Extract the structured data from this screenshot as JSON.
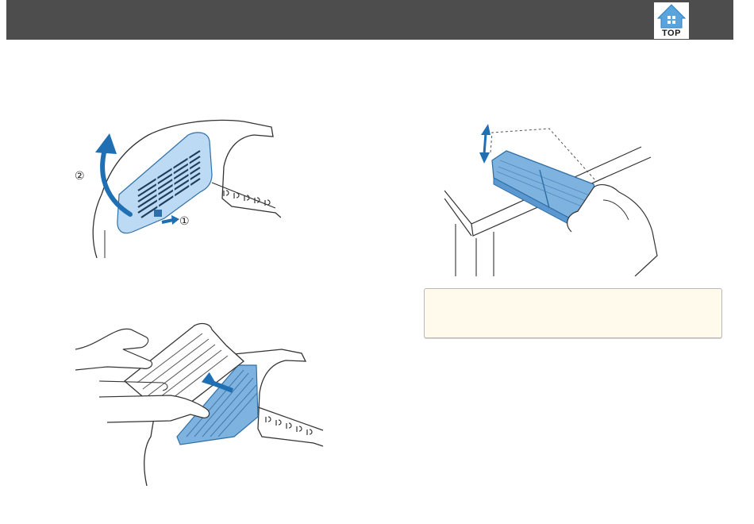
{
  "header": {
    "top_button_label": "TOP"
  },
  "figures": {
    "cover_removal": {
      "step_1_marker": "①",
      "step_2_marker": "②"
    }
  },
  "colors": {
    "header_bg": "#4d4d4d",
    "accent_blue": "#2a78b8",
    "cover_blue": "#bcdaf3",
    "note_bg": "#fffaeb"
  }
}
